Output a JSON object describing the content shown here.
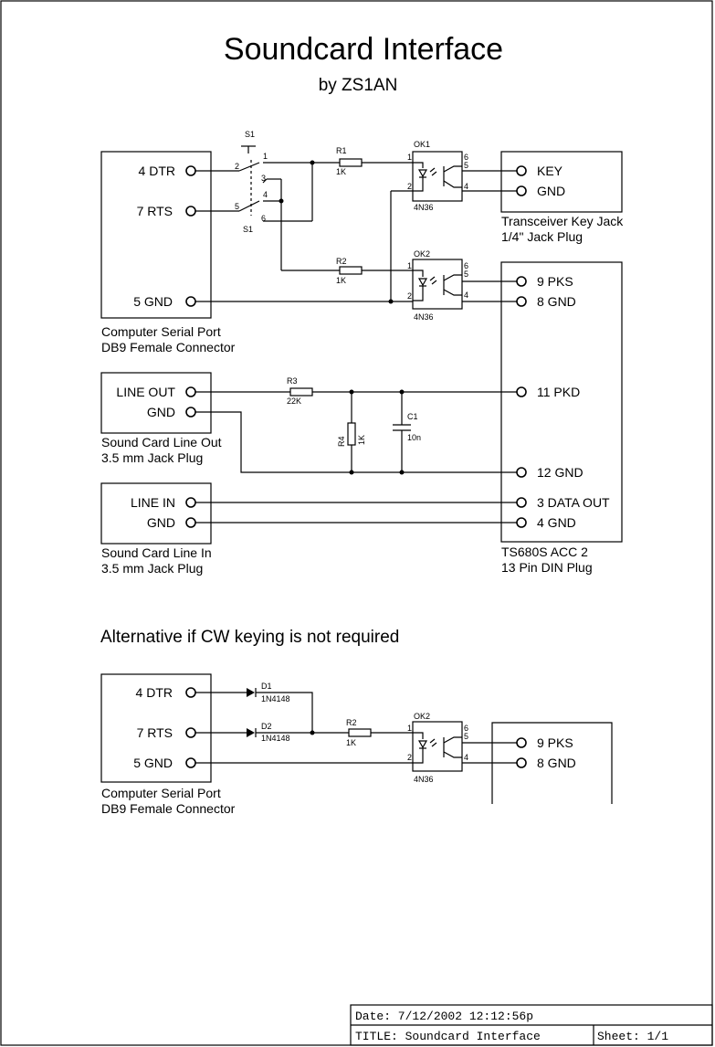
{
  "title": "Soundcard Interface",
  "subtitle": "by ZS1AN",
  "alt_heading": "Alternative if CW keying is not required",
  "serial_port": {
    "pins": [
      "4 DTR",
      "7 RTS",
      "5 GND"
    ],
    "caption1": "Computer Serial Port",
    "caption2": "DB9 Female Connector"
  },
  "line_out": {
    "pins": [
      "LINE OUT",
      "GND"
    ],
    "caption1": "Sound Card Line Out",
    "caption2": "3.5 mm Jack Plug"
  },
  "line_in": {
    "pins": [
      "LINE IN",
      "GND"
    ],
    "caption1": "Sound Card Line In",
    "caption2": "3.5 mm Jack Plug"
  },
  "key_jack": {
    "pins": [
      "KEY",
      "GND"
    ],
    "caption1": "Transceiver Key Jack",
    "caption2": "1/4\" Jack Plug"
  },
  "acc2": {
    "pins": [
      "9 PKS",
      "8 GND",
      "11 PKD",
      "12 GND",
      "3 DATA OUT",
      "4 GND"
    ],
    "caption1": "TS680S ACC 2",
    "caption2": "13 Pin DIN Plug"
  },
  "alt_acc2": {
    "pins": [
      "9 PKS",
      "8 GND"
    ]
  },
  "components": {
    "s1": "S1",
    "r1": "R1",
    "r1_val": "1K",
    "r2": "R2",
    "r2_val": "1K",
    "r3": "R3",
    "r3_val": "22K",
    "r4": "R4",
    "r4_val": "1K",
    "c1": "C1",
    "c1_val": "10n",
    "ok1": "OK1",
    "ok1_part": "4N36",
    "ok2": "OK2",
    "ok2_part": "4N36",
    "ok_alt": "OK2",
    "ok_alt_part": "4N36",
    "d1": "D1",
    "d1_part": "1N4148",
    "d2": "D2",
    "d2_part": "1N4148",
    "r_alt": "R2",
    "r_alt_val": "1K"
  },
  "pin_numbers": {
    "s1_a": [
      "2",
      "1",
      "3"
    ],
    "s1_b": [
      "5",
      "4",
      "6"
    ],
    "opto": [
      "1",
      "2",
      "6",
      "5",
      "4"
    ]
  },
  "title_block": {
    "date": "Date:  7/12/2002 12:12:56p",
    "title": "TITLE:  Soundcard Interface",
    "sheet": "Sheet: 1/1"
  }
}
